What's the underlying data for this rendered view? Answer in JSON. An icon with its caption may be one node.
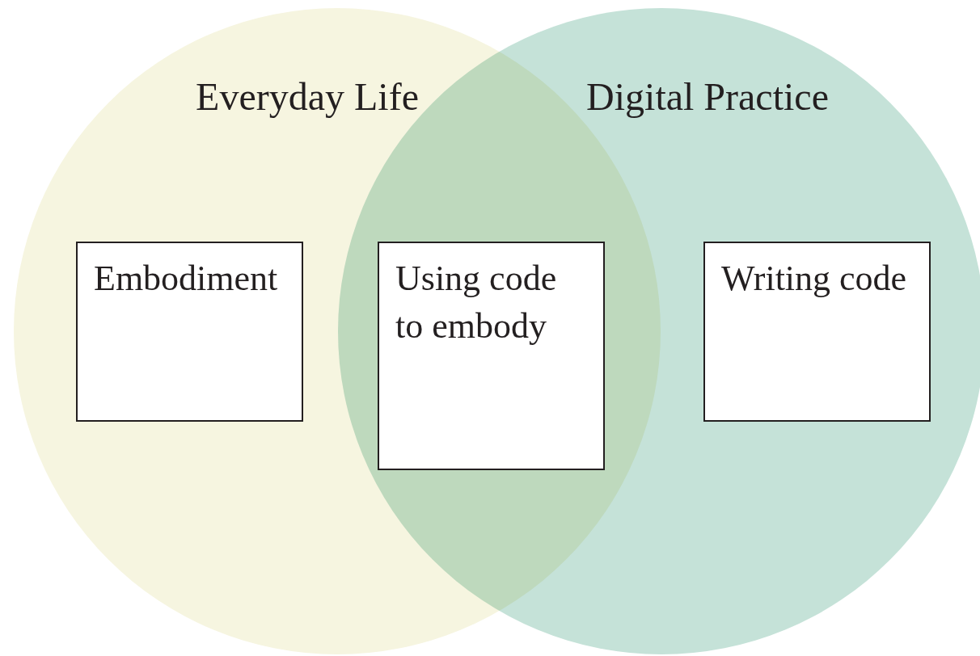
{
  "diagram": {
    "nodes": [
      {
        "text": [
          "Everyday Life"
        ]
      },
      {
        "text": [
          "Digital Practice"
        ]
      },
      {
        "text": [
          "Embodiment"
        ],
        "in": 0
      },
      {
        "text": [
          "Using code to embody"
        ]
      },
      {
        "text": [
          "Writing code"
        ],
        "in": 1
      }
    ]
  }
}
